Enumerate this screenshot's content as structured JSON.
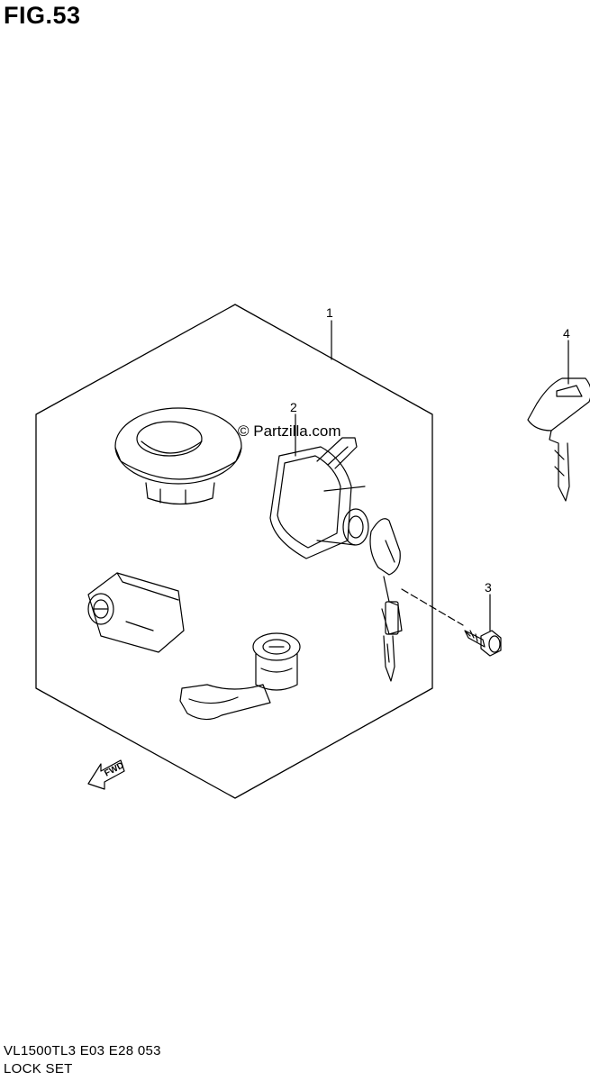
{
  "figure": {
    "title": "FIG.53"
  },
  "callouts": [
    "1",
    "2",
    "3",
    "4"
  ],
  "watermark": "© Partzilla.com",
  "direction_arrow": {
    "label": "FWD"
  },
  "footer": {
    "code": "VL1500TL3  E03  E28  053",
    "name": "LOCK SET"
  },
  "colors": {
    "line": "#000000",
    "background": "#ffffff"
  }
}
